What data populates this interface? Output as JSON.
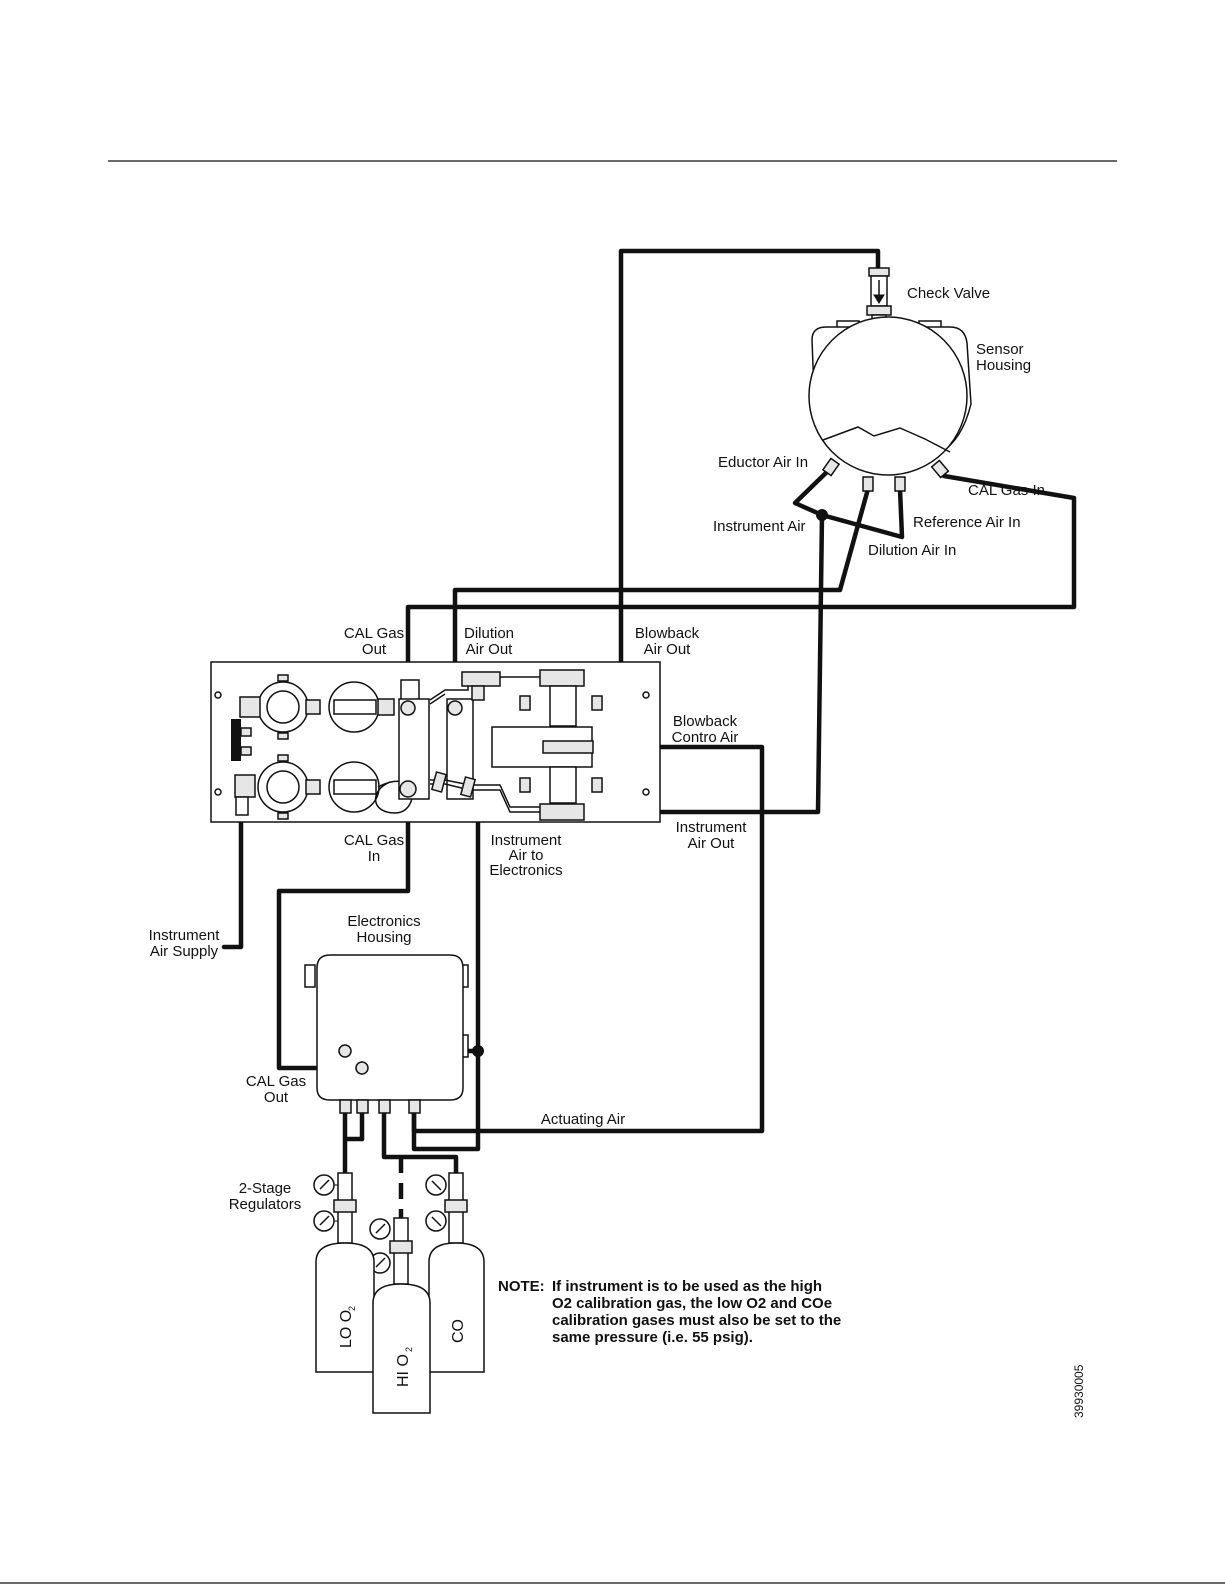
{
  "labels": {
    "check_valve": "Check Valve",
    "sensor_housing": [
      "Sensor",
      "Housing"
    ],
    "eductor_air_in": "Eductor Air In",
    "cal_gas_in_top": "CAL Gas In",
    "instrument_air_top": "Instrument Air",
    "reference_air_in": "Reference Air In",
    "dilution_air_in": "Dilution Air In",
    "cal_gas_out_top": [
      "CAL Gas",
      "Out"
    ],
    "dilution_air_out": [
      "Dilution",
      "Air Out"
    ],
    "blowback_air_out": [
      "Blowback",
      "Air Out"
    ],
    "blowback_control_air": [
      "Blowback",
      "Contro Air"
    ],
    "cal_gas_in_panel": [
      "CAL Gas",
      "In"
    ],
    "instrument_air_to_electronics": [
      "Instrument",
      "Air to",
      "Electronics"
    ],
    "instrument_air_out": [
      "Instrument",
      "Air Out"
    ],
    "instrument_air_supply": [
      "Instrument",
      "Air Supply"
    ],
    "electronics_housing": [
      "Electronics",
      "Housing"
    ],
    "cal_gas_out_bottom": [
      "CAL Gas",
      "Out"
    ],
    "actuating_air": "Actuating Air",
    "two_stage_regulators": [
      "2-Stage",
      "Regulators"
    ]
  },
  "cylinders": {
    "lo": {
      "main": "LO O",
      "sub": "2"
    },
    "hi": {
      "main": "HI O",
      "sub": "2"
    },
    "co": {
      "main": "CO"
    }
  },
  "note": {
    "heading": "NOTE:",
    "lines": [
      "If instrument is to be used as the high",
      "O2 calibration gas, the low O2 and COe",
      "calibration gases must also be set to the",
      "same pressure (i.e. 55 psig)."
    ]
  },
  "figure_id": "39930005"
}
